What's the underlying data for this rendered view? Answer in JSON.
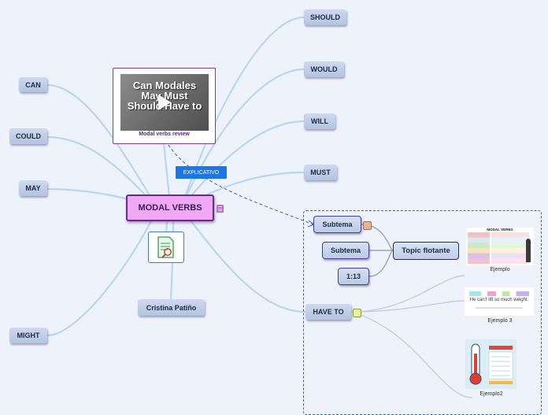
{
  "central": {
    "label": "MODAL VERBS"
  },
  "left_nodes": [
    "CAN",
    "COULD",
    "MAY",
    "MIGHT"
  ],
  "right_nodes": [
    "SHOULD",
    "WOULD",
    "WILL",
    "MUST",
    "HAVE TO"
  ],
  "video": {
    "caption": "Modal verbs review",
    "thumb_title": "Can Modales May Must Should Have to"
  },
  "tag": {
    "label": "EXPLICATIVO"
  },
  "author": {
    "label": "Cristina Patiño"
  },
  "subtopics": [
    "Subtema",
    "Subtema",
    "1:13"
  ],
  "floating": {
    "label": "Topic flotante"
  },
  "images": {
    "ejemplo": {
      "caption": "Ejemplo",
      "title": "MODAL VERBS"
    },
    "ejemplo3": {
      "caption": "Ejemplo 3",
      "sentence": "He can't lift so much weight."
    },
    "ejemplo2": {
      "caption": "Ejemplo2"
    }
  },
  "colors": {
    "central_fill": "#f0a8f4",
    "central_border": "#6a2b83",
    "line": "#b9d6f0",
    "dashed": "#2d68c4",
    "tag": "#1b77e6"
  }
}
